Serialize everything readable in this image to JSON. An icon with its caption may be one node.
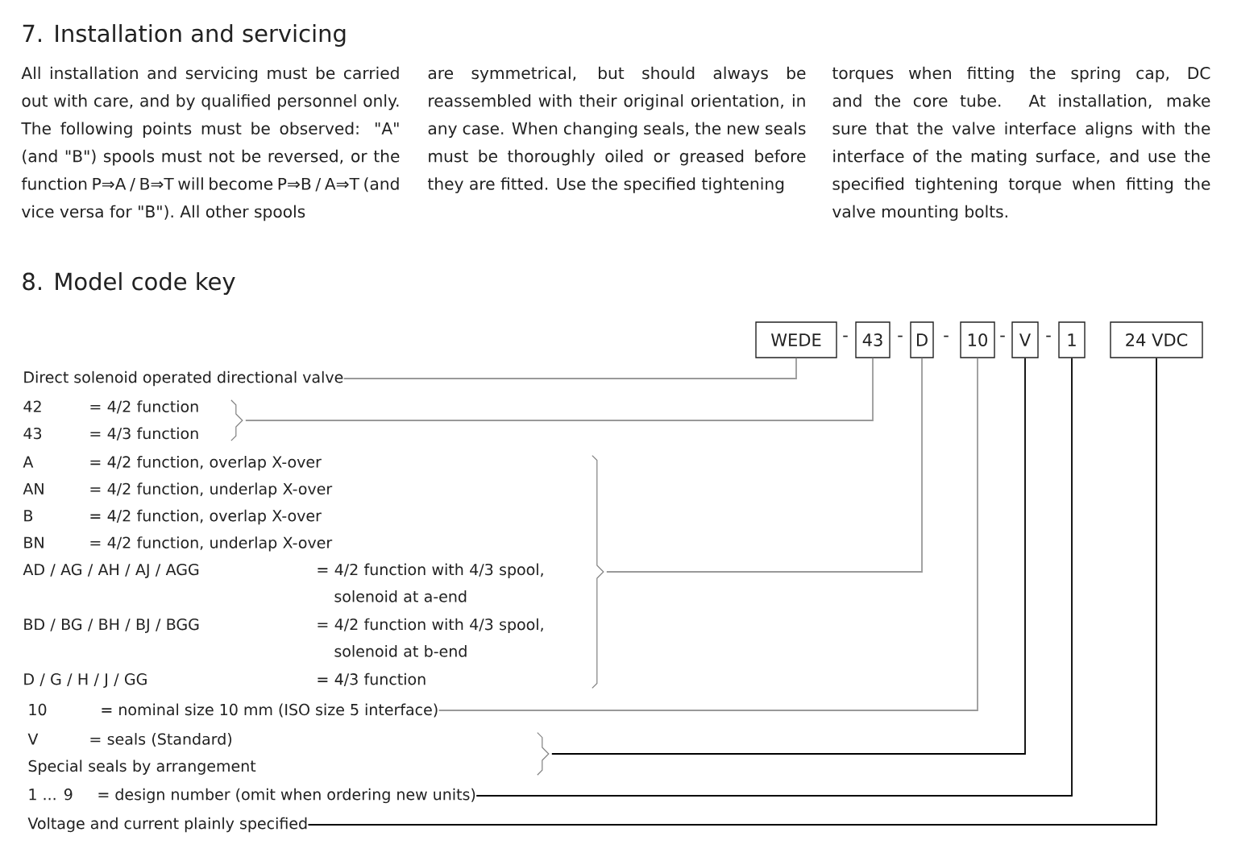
{
  "diagram": {
    "title": "7. Installation and servicing",
    "nodes": [
      {
        "text": [
          "WEDE"
        ]
      },
      {
        "text": [
          "43"
        ]
      },
      {
        "text": [
          "D"
        ]
      },
      {
        "text": [
          "10"
        ]
      },
      {
        "text": [
          "V"
        ]
      },
      {
        "text": [
          "1"
        ]
      },
      {
        "text": [
          "24 VDC"
        ]
      },
      {
        "text": [
          "Direct solenoid operated directional valve"
        ]
      },
      {
        "text": [
          "42",
          "= 4/2 function",
          "43",
          "= 4/3 function"
        ]
      },
      {
        "text": [
          "A",
          "= 4/2 function, overlap X-over",
          "AN",
          "= 4/2 function, underlap X-over",
          "B",
          "= 4/2 function, overlap X-over",
          "BN",
          "= 4/2 function, underlap X-over",
          "AD / AG / AH / AJ / AGG",
          "= 4/2 function with 4/3 spool, solenoid at a-end",
          "BD / BG / BH / BJ / BGG",
          "= 4/2 function with 4/3 spool, solenoid at b-end",
          "D / G / H / J / GG",
          "= 4/3 function"
        ]
      },
      {
        "text": [
          "10",
          "= nominal size 10 mm (ISO size 5 interface)"
        ]
      },
      {
        "text": [
          "V",
          "= seals (Standard)",
          "Special seals by arrangement"
        ]
      },
      {
        "text": [
          "1 ... 9",
          "= design number (omit when ordering new units)"
        ]
      },
      {
        "text": [
          "Voltage and current plainly specified"
        ]
      }
    ],
    "edges": [
      {
        "from": 7,
        "to": 0,
        "arrow": "none"
      },
      {
        "from": 8,
        "to": 1,
        "arrow": "none"
      },
      {
        "from": 9,
        "to": 2,
        "arrow": "none"
      },
      {
        "from": 10,
        "to": 3,
        "arrow": "none"
      },
      {
        "from": 11,
        "to": 4,
        "arrow": "none",
        "color": "#000000"
      },
      {
        "from": 12,
        "to": 5,
        "arrow": "none",
        "color": "#000000"
      },
      {
        "from": 13,
        "to": 6,
        "arrow": "none",
        "color": "#000000"
      }
    ],
    "labels": [
      "All installation and servicing must be carried out with care, and by qualified personnel only. The following points must be observed: \"A\" (and \"B\") spools must not be reversed, or the function P⇒A / B⇒T will become P⇒B / A⇒T (and vice versa for \"B\"). All other spools",
      "are symmetrical, but should always be reassembled with their original orientation, in any case. When changing seals, the new seals must be thoroughly oiled or greased before they are fitted. Use the specified tightening",
      "torques when fitting the spring cap, DC and the core tube. At installation, make sure that the valve interface aligns with the interface of the mating surface, and use the specified tightening torque when fitting the valve mounting bolts.",
      "8. Model code key",
      "-",
      "-",
      "-",
      "-",
      "-"
    ]
  }
}
